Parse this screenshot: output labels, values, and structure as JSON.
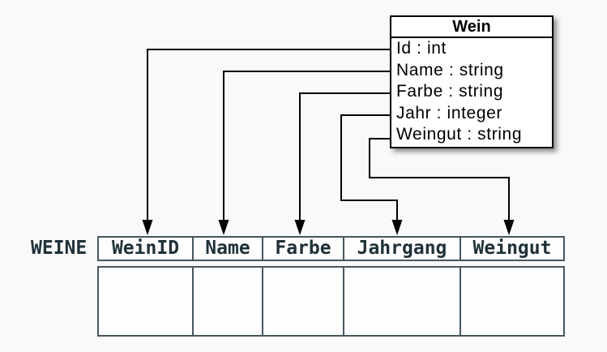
{
  "class_box": {
    "title": "Wein",
    "attributes": [
      "Id : int",
      "Name : string",
      "Farbe : string",
      "Jahr : integer",
      "Weingut : string"
    ]
  },
  "table": {
    "label": "WEINE",
    "columns": [
      "WeinID",
      "Name",
      "Farbe",
      "Jahrgang",
      "Weingut"
    ],
    "empty_body_rows": 1
  },
  "connections": [
    {
      "from_attribute": "Id",
      "to_column": "WeinID"
    },
    {
      "from_attribute": "Name",
      "to_column": "Name"
    },
    {
      "from_attribute": "Farbe",
      "to_column": "Farbe"
    },
    {
      "from_attribute": "Jahr",
      "to_column": "Jahrgang"
    },
    {
      "from_attribute": "Weingut",
      "to_column": "Weingut"
    }
  ],
  "colors": {
    "background": "#f9f9f9",
    "class_box_fill": "#ffffff",
    "class_box_border": "#000000",
    "connector_line": "#000000",
    "table_border": "#46565e",
    "table_text": "#1f3038",
    "table_cell_fill": "#fdfdfd"
  }
}
